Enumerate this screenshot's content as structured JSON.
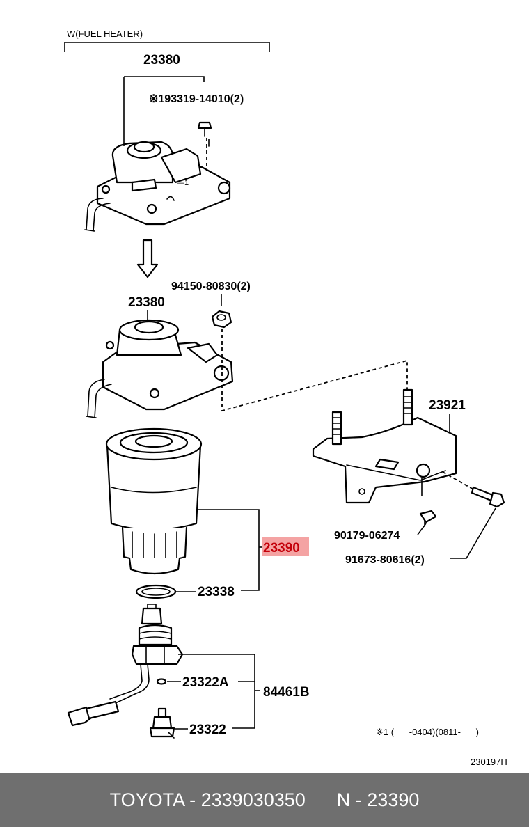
{
  "diagram": {
    "variant_label": "W(FUEL HEATER)",
    "labels": {
      "p23380_top": "23380",
      "p93319": "※193319-14010(2)",
      "p94150": "94150-80830(2)",
      "p23380_mid": "23380",
      "p23921": "23921",
      "p23390": "23390",
      "p23338": "23338",
      "p90179": "90179-06274",
      "p91673": "91673-80616(2)",
      "p23322a": "23322A",
      "p84461b": "84461B",
      "p23322": "23322"
    },
    "note": "※1 (      -0404)(0811-      )",
    "figure_code": "230197H",
    "highlight_color": "#f4a3a3"
  },
  "footer": {
    "text": "TOYOTA - 2339030350      N - 23390"
  }
}
